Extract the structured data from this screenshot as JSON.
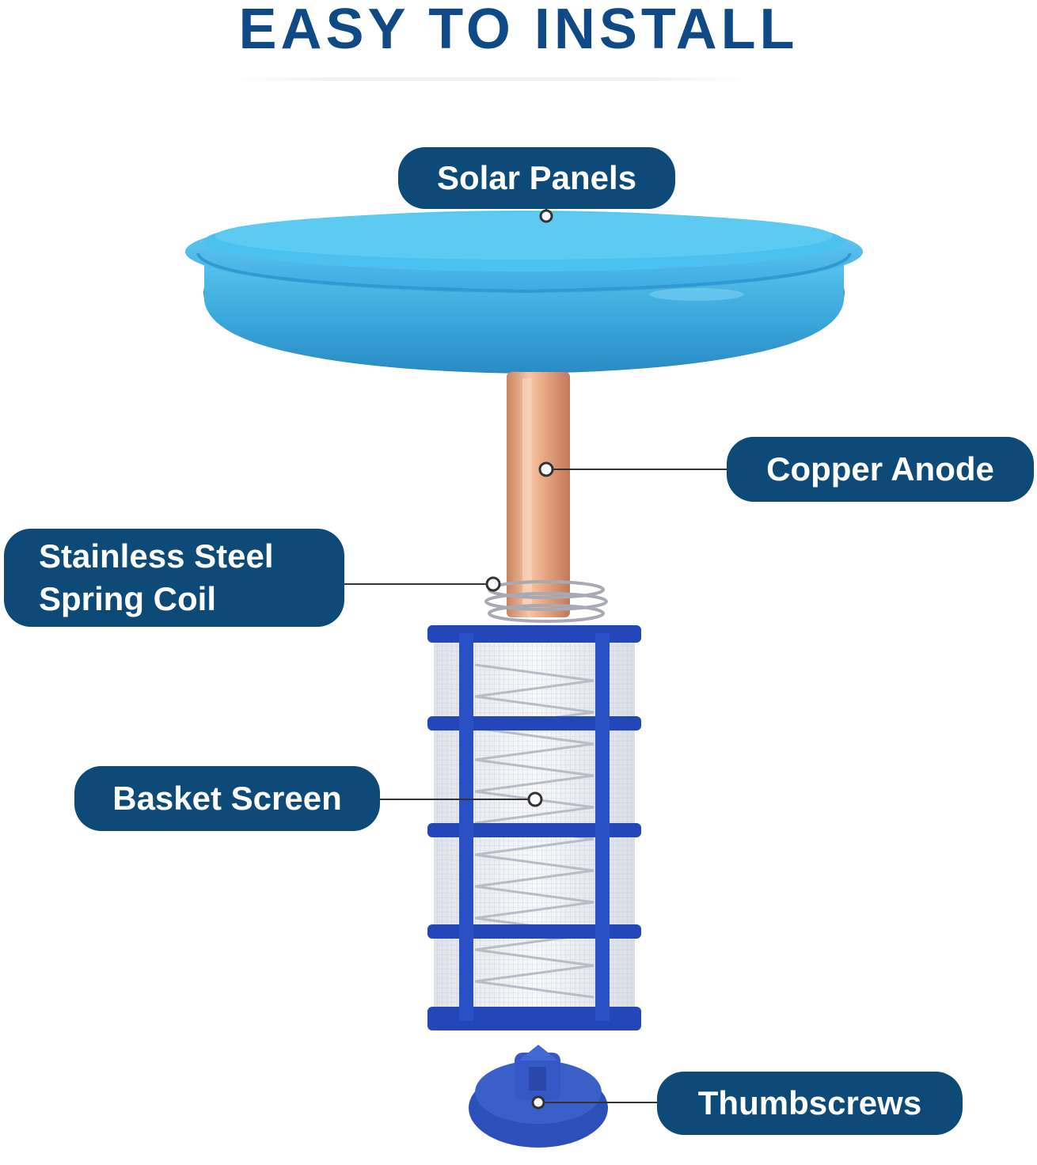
{
  "title": "EASY TO INSTALL",
  "labels": {
    "solar_panels": "Solar Panels",
    "copper_anode": "Copper Anode",
    "spring_coil": "Stainless Steel\nSpring Coil",
    "basket_screen": "Basket Screen",
    "thumbscrews": "Thumbscrews"
  },
  "colors": {
    "title": "#0f4a86",
    "label_bg": "#0d4a78",
    "float_blue": "#3aace0",
    "copper": "#e6a884",
    "basket_blue": "#2346b8"
  }
}
